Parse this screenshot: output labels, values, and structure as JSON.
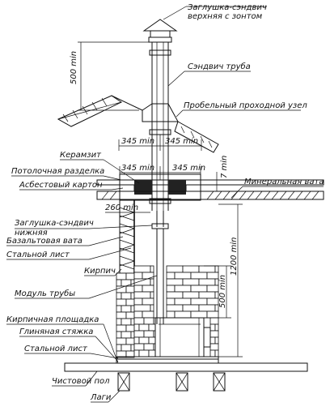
{
  "labels": {
    "top_cap_1": "Заглушка-сэндвич",
    "top_cap_2": "верхняя с зонтом",
    "sandwich_pipe": "Сэндвич труба",
    "roof_passage": "Пробельный проходной узел",
    "expanded_clay": "Керамзит",
    "ceiling_cut": "Потолочная разделка",
    "asbestos": "Асбестовый картон",
    "mineral_wool": "Минеральная вата",
    "bottom_cap_1": "Заглушка-сэндвич",
    "bottom_cap_2": "нижняя",
    "basalt_wool": "Базальтовая вата",
    "steel_sheet_upper": "Стальной лист",
    "brick": "Кирпич",
    "pipe_module": "Модуль трубы",
    "brick_platform": "Кирпичная площадка",
    "clay_screed": "Глиняная стяжка",
    "steel_sheet_lower": "Стальной лист",
    "finish_floor": "Чистовой пол",
    "joists": "Лаги"
  },
  "dimensions": {
    "d500_top": "500 min",
    "d345_roof_left": "345 min",
    "d345_roof_right": "345 min",
    "d345_ceil_left": "345 min",
    "d345_ceil_right": "345 min",
    "d7": "7 min",
    "d260": "260 min",
    "d1200": "1200 min",
    "d500_bottom": "500 min"
  }
}
